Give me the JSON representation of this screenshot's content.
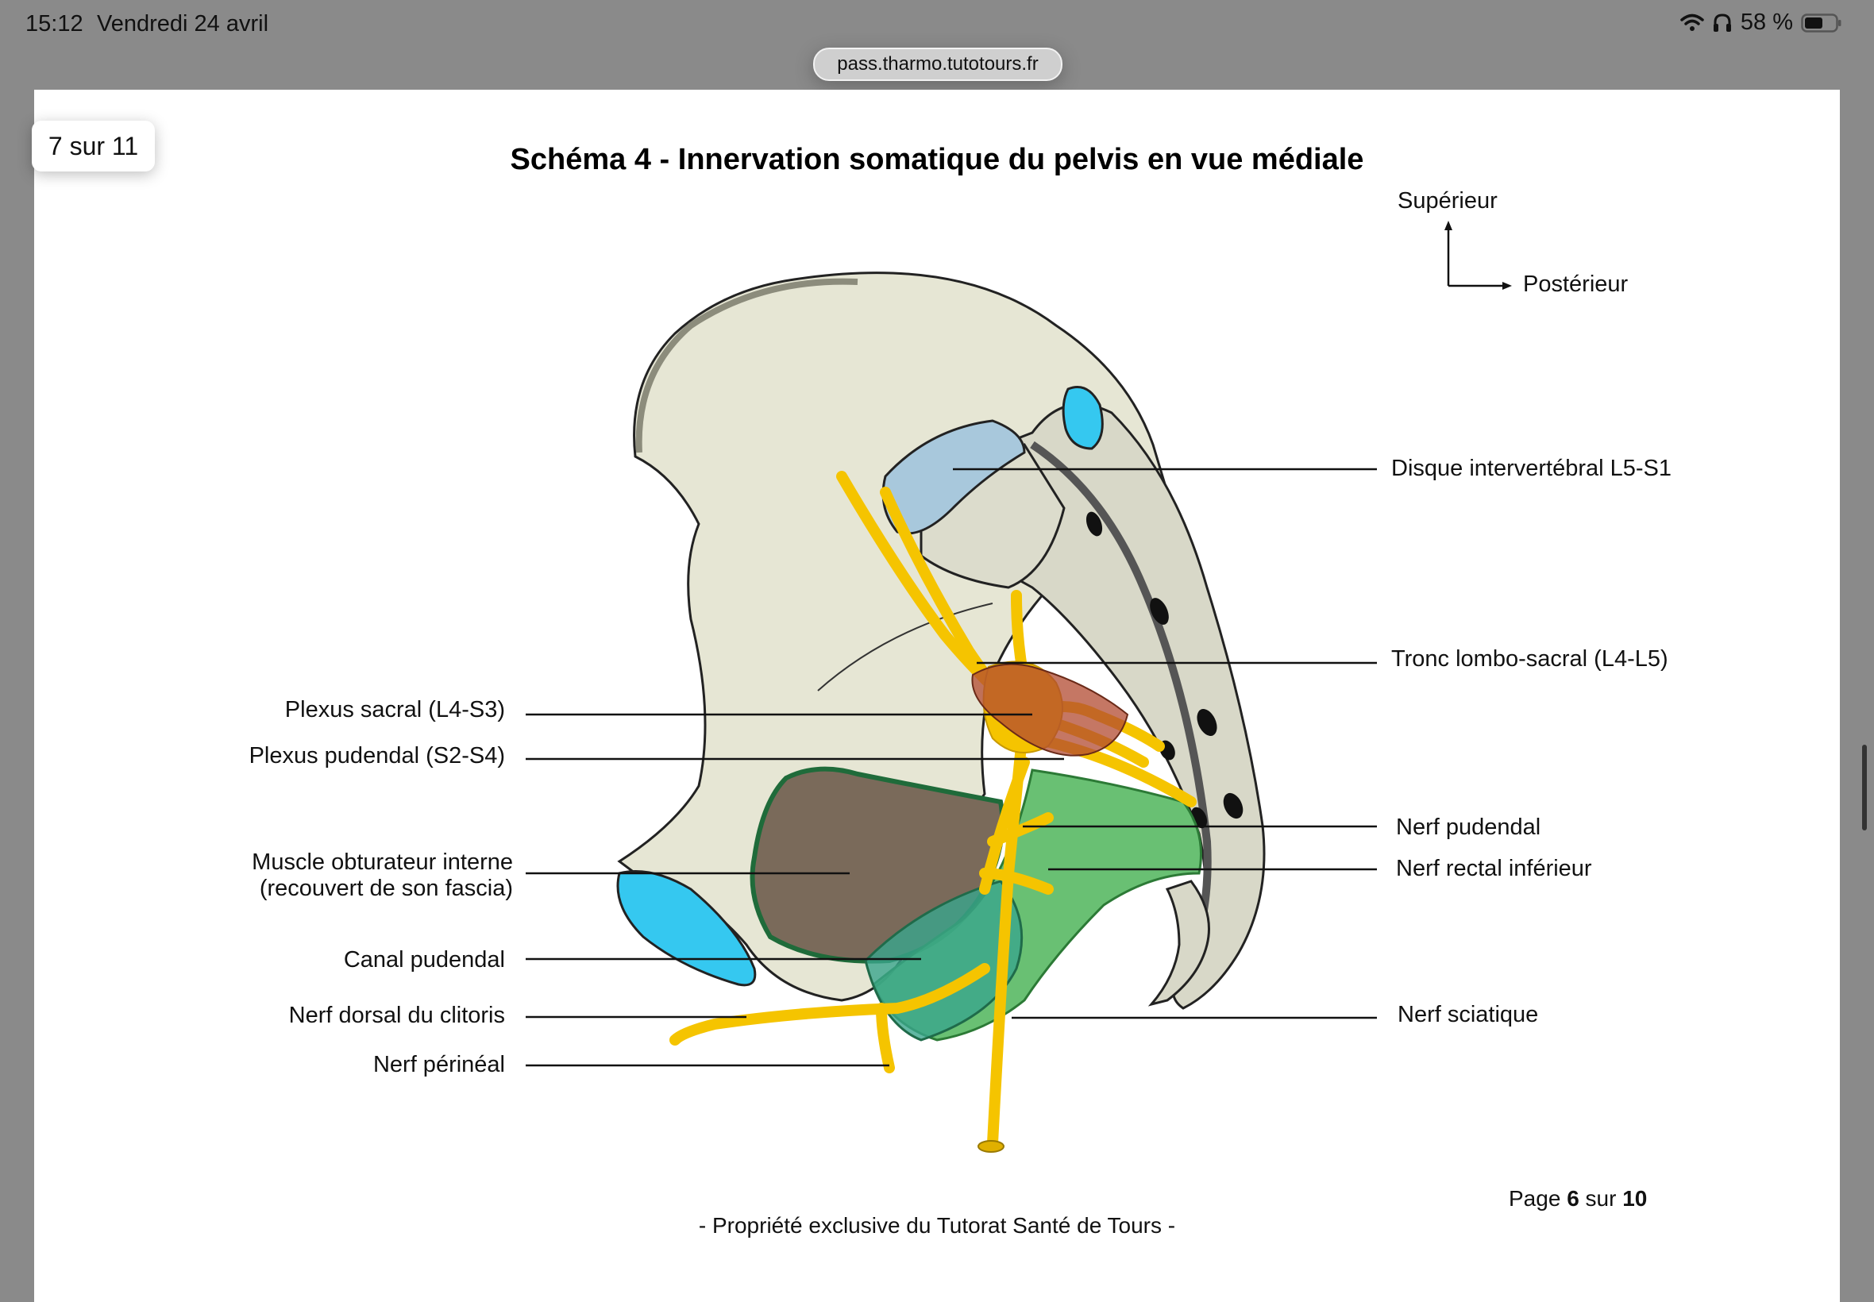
{
  "status_bar": {
    "time": "15:12",
    "date": "Vendredi 24 avril",
    "battery": "58 %",
    "icons": [
      "wifi-icon",
      "headphones-icon",
      "battery-icon"
    ]
  },
  "browser": {
    "url": "pass.tharmo.tutotours.fr"
  },
  "viewer": {
    "page_counter": "7 sur 11"
  },
  "document": {
    "title": "Schéma 4 - Innervation somatique du pelvis en vue médiale",
    "orientation": {
      "superior": "Supérieur",
      "posterior": "Postérieur"
    },
    "labels_left": {
      "plexus_sacral": "Plexus sacral (L4-S3)",
      "plexus_pudendal": "Plexus pudendal (S2-S4)",
      "obturateur_line1": "Muscle obturateur interne",
      "obturateur_line2": "(recouvert de son fascia)",
      "canal_pudendal": "Canal pudendal",
      "nerf_dorsal": "Nerf dorsal du clitoris",
      "nerf_perineal": "Nerf périnéal"
    },
    "labels_right": {
      "disque": "Disque intervertébral L5-S1",
      "tronc": "Tronc lombo-sacral (L4-L5)",
      "nerf_pudendal": "Nerf pudendal",
      "nerf_rectal": "Nerf rectal inférieur",
      "nerf_sciatique": "Nerf sciatique"
    },
    "footer": "- Propriété exclusive du Tutorat Santé de Tours -",
    "page_number": {
      "prefix": "Page",
      "current": "6",
      "middle": "sur",
      "total": "10"
    }
  },
  "colors": {
    "bone": "#e8e8d8",
    "nerve": "#f5c400",
    "muscle_green": "#3fa84a",
    "cartilage_blue": "#35c8f0",
    "disc_blue": "#a8c8dc"
  }
}
